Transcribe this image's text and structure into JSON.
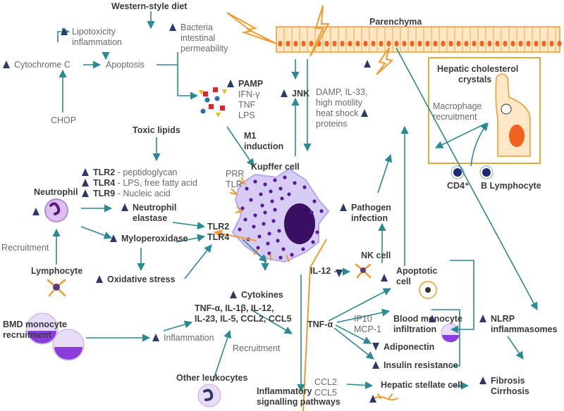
{
  "title": "Western-style diet",
  "parenchyma": "Parenchyma",
  "lipotoxicity": [
    "Lipotoxicity",
    "inflammation"
  ],
  "bacteria": [
    "Bacteria",
    "intestinal",
    "permeability"
  ],
  "cytochrome": "Cytochrome C",
  "apoptosis": "Apoptosis",
  "chop": "CHOP",
  "pamp": {
    "head": "PAMP",
    "items": [
      "IFN-γ",
      "TNF",
      "LPS"
    ]
  },
  "jnk": "JNK",
  "damp": [
    "DAMP, IL-33,",
    "high motility",
    "heat shock",
    "proteins"
  ],
  "crystals": [
    "Hepatic cholesterol",
    "crystals"
  ],
  "macrophage": [
    "Macrophage",
    "recruitment"
  ],
  "cd4": "CD4⁺",
  "blymph": "B Lymphocyte",
  "toxic": "Toxic lipids",
  "m1": [
    "M1",
    "induction"
  ],
  "kupffer": "Kupffer cell",
  "prr": [
    "PRR",
    "TLR"
  ],
  "tlr_list": [
    {
      "tag": "TLR2",
      "desc": " - peptidoglycan"
    },
    {
      "tag": "TLR4",
      "desc": " - LPS, free fatty acid"
    },
    {
      "tag": "TLR9",
      "desc": " - Nucleic acid"
    }
  ],
  "neutrophil": "Neutrophil",
  "elastase": [
    "Neutrophil",
    "elastase"
  ],
  "mpo": "Myloperoxidase",
  "oxidative": "Oxidative stress",
  "recruitment": "Recruitment",
  "lymphocyte": "Lymphocyte",
  "tlr24": [
    "TLR2",
    "TLR4"
  ],
  "pathogen": [
    "Pathogen",
    "infection"
  ],
  "nk": "NK cell",
  "il12": "IL-12",
  "apoptotic": [
    "Apoptotic",
    "cell"
  ],
  "cytokines": "Cytokines",
  "cyto_list": [
    "TNF-α, IL-1β, IL-12,",
    "IL-23, IL-5, CCL2, CCL5"
  ],
  "bmd": [
    "BMD monocyte",
    "recruitment"
  ],
  "inflammation": "Inflammation",
  "recruitment2": "Recruitment",
  "other_leuk": "Other leukocytes",
  "inflam_path": [
    "Inflammatory",
    "signalling pathways"
  ],
  "tnfa": "TNF-α",
  "ip10": [
    "IP10",
    "MCP-1"
  ],
  "blood_mono": [
    "Blood monocyte",
    "infiltration"
  ],
  "adiponectin": "Adiponectin",
  "insulin": "Insulin resistance",
  "ccl": [
    "CCL2",
    "CCL5"
  ],
  "stellate": "Hepatic stellate cell",
  "nlrp": [
    "NLRP",
    "inflammasomes"
  ],
  "fibrosis": [
    "Fibrosis",
    "Cirrhosis"
  ],
  "colors": {
    "arrow": "#2a8a93",
    "orange": "#f29a2e",
    "navy": "#2b3a67",
    "purple": "#6b1f8a",
    "gold": "#e2a93b"
  }
}
